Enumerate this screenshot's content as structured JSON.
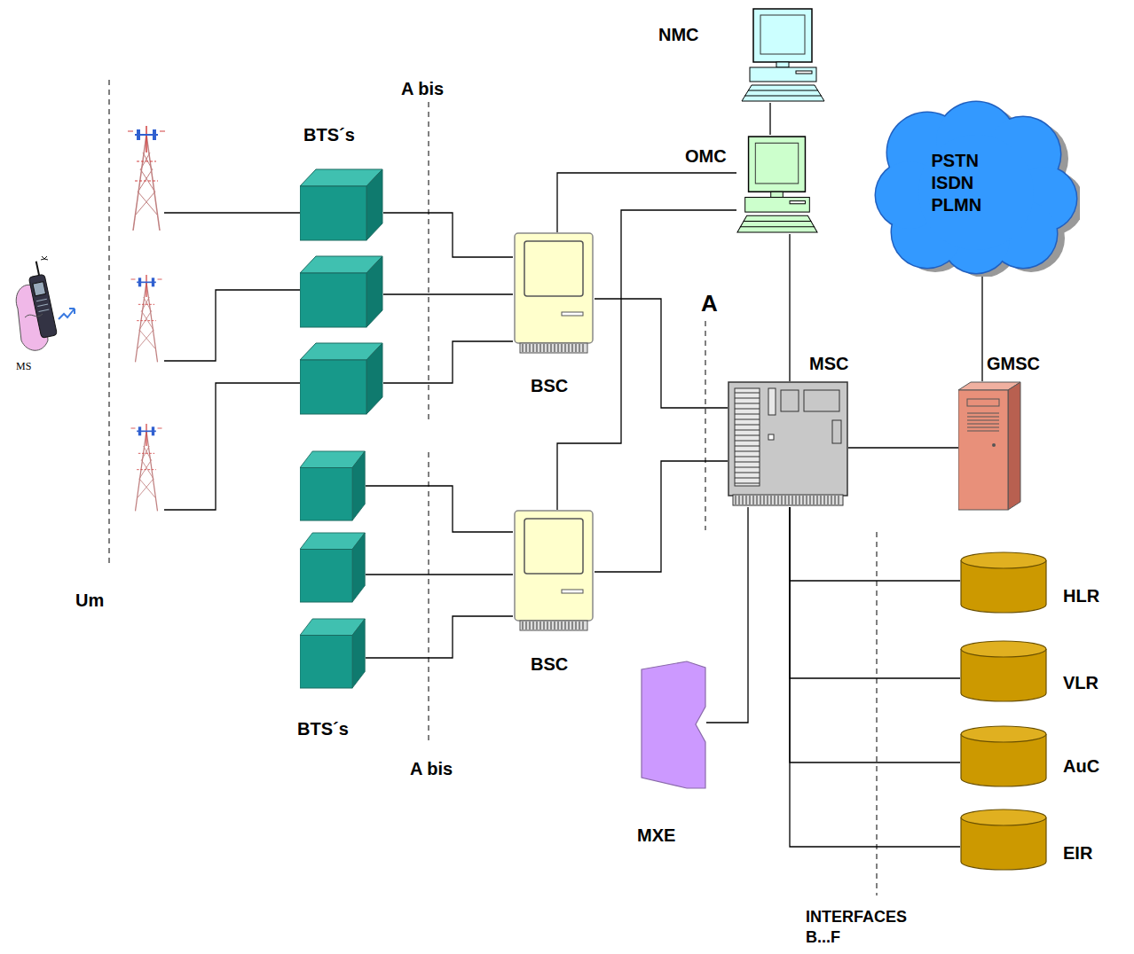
{
  "diagram": {
    "nodes": [
      {
        "text": [
          "MS"
        ]
      },
      {
        "text": [
          "NMC"
        ]
      },
      {
        "text": [
          "OMC"
        ]
      },
      {
        "text": [
          "PSTN ISDN PLMN"
        ]
      },
      {
        "text": [
          "BSC"
        ]
      },
      {
        "text": [
          "MSC"
        ]
      },
      {
        "text": [
          "GMSC"
        ]
      },
      {
        "text": [
          "BSC"
        ]
      },
      {
        "text": [
          "MXE"
        ]
      },
      {
        "text": [
          "HLR"
        ]
      },
      {
        "text": [
          "VLR"
        ]
      },
      {
        "text": [
          "AuC"
        ]
      },
      {
        "text": [
          "EIR"
        ]
      }
    ],
    "edges": [
      {
        "from": 1,
        "to": 2,
        "arrow": "none"
      },
      {
        "from": 2,
        "to": 4,
        "arrow": "none"
      },
      {
        "from": 2,
        "to": 7,
        "arrow": "none"
      },
      {
        "from": 2,
        "to": 5,
        "arrow": "none"
      },
      {
        "from": 4,
        "to": 5,
        "arrow": "none"
      },
      {
        "from": 7,
        "to": 5,
        "arrow": "none"
      },
      {
        "from": 5,
        "to": 6,
        "arrow": "none"
      },
      {
        "from": 6,
        "to": 3,
        "arrow": "none"
      },
      {
        "from": 5,
        "to": 8,
        "arrow": "none"
      },
      {
        "from": 5,
        "to": 9,
        "arrow": "none"
      },
      {
        "from": 5,
        "to": 10,
        "arrow": "none"
      },
      {
        "from": 5,
        "to": 11,
        "arrow": "none"
      },
      {
        "from": 5,
        "to": 12,
        "arrow": "none"
      }
    ],
    "labels": [
      "A bis",
      "BTS´s",
      "Um",
      "A",
      "BTS´s",
      "A bis",
      "INTERFACES B...F"
    ]
  }
}
